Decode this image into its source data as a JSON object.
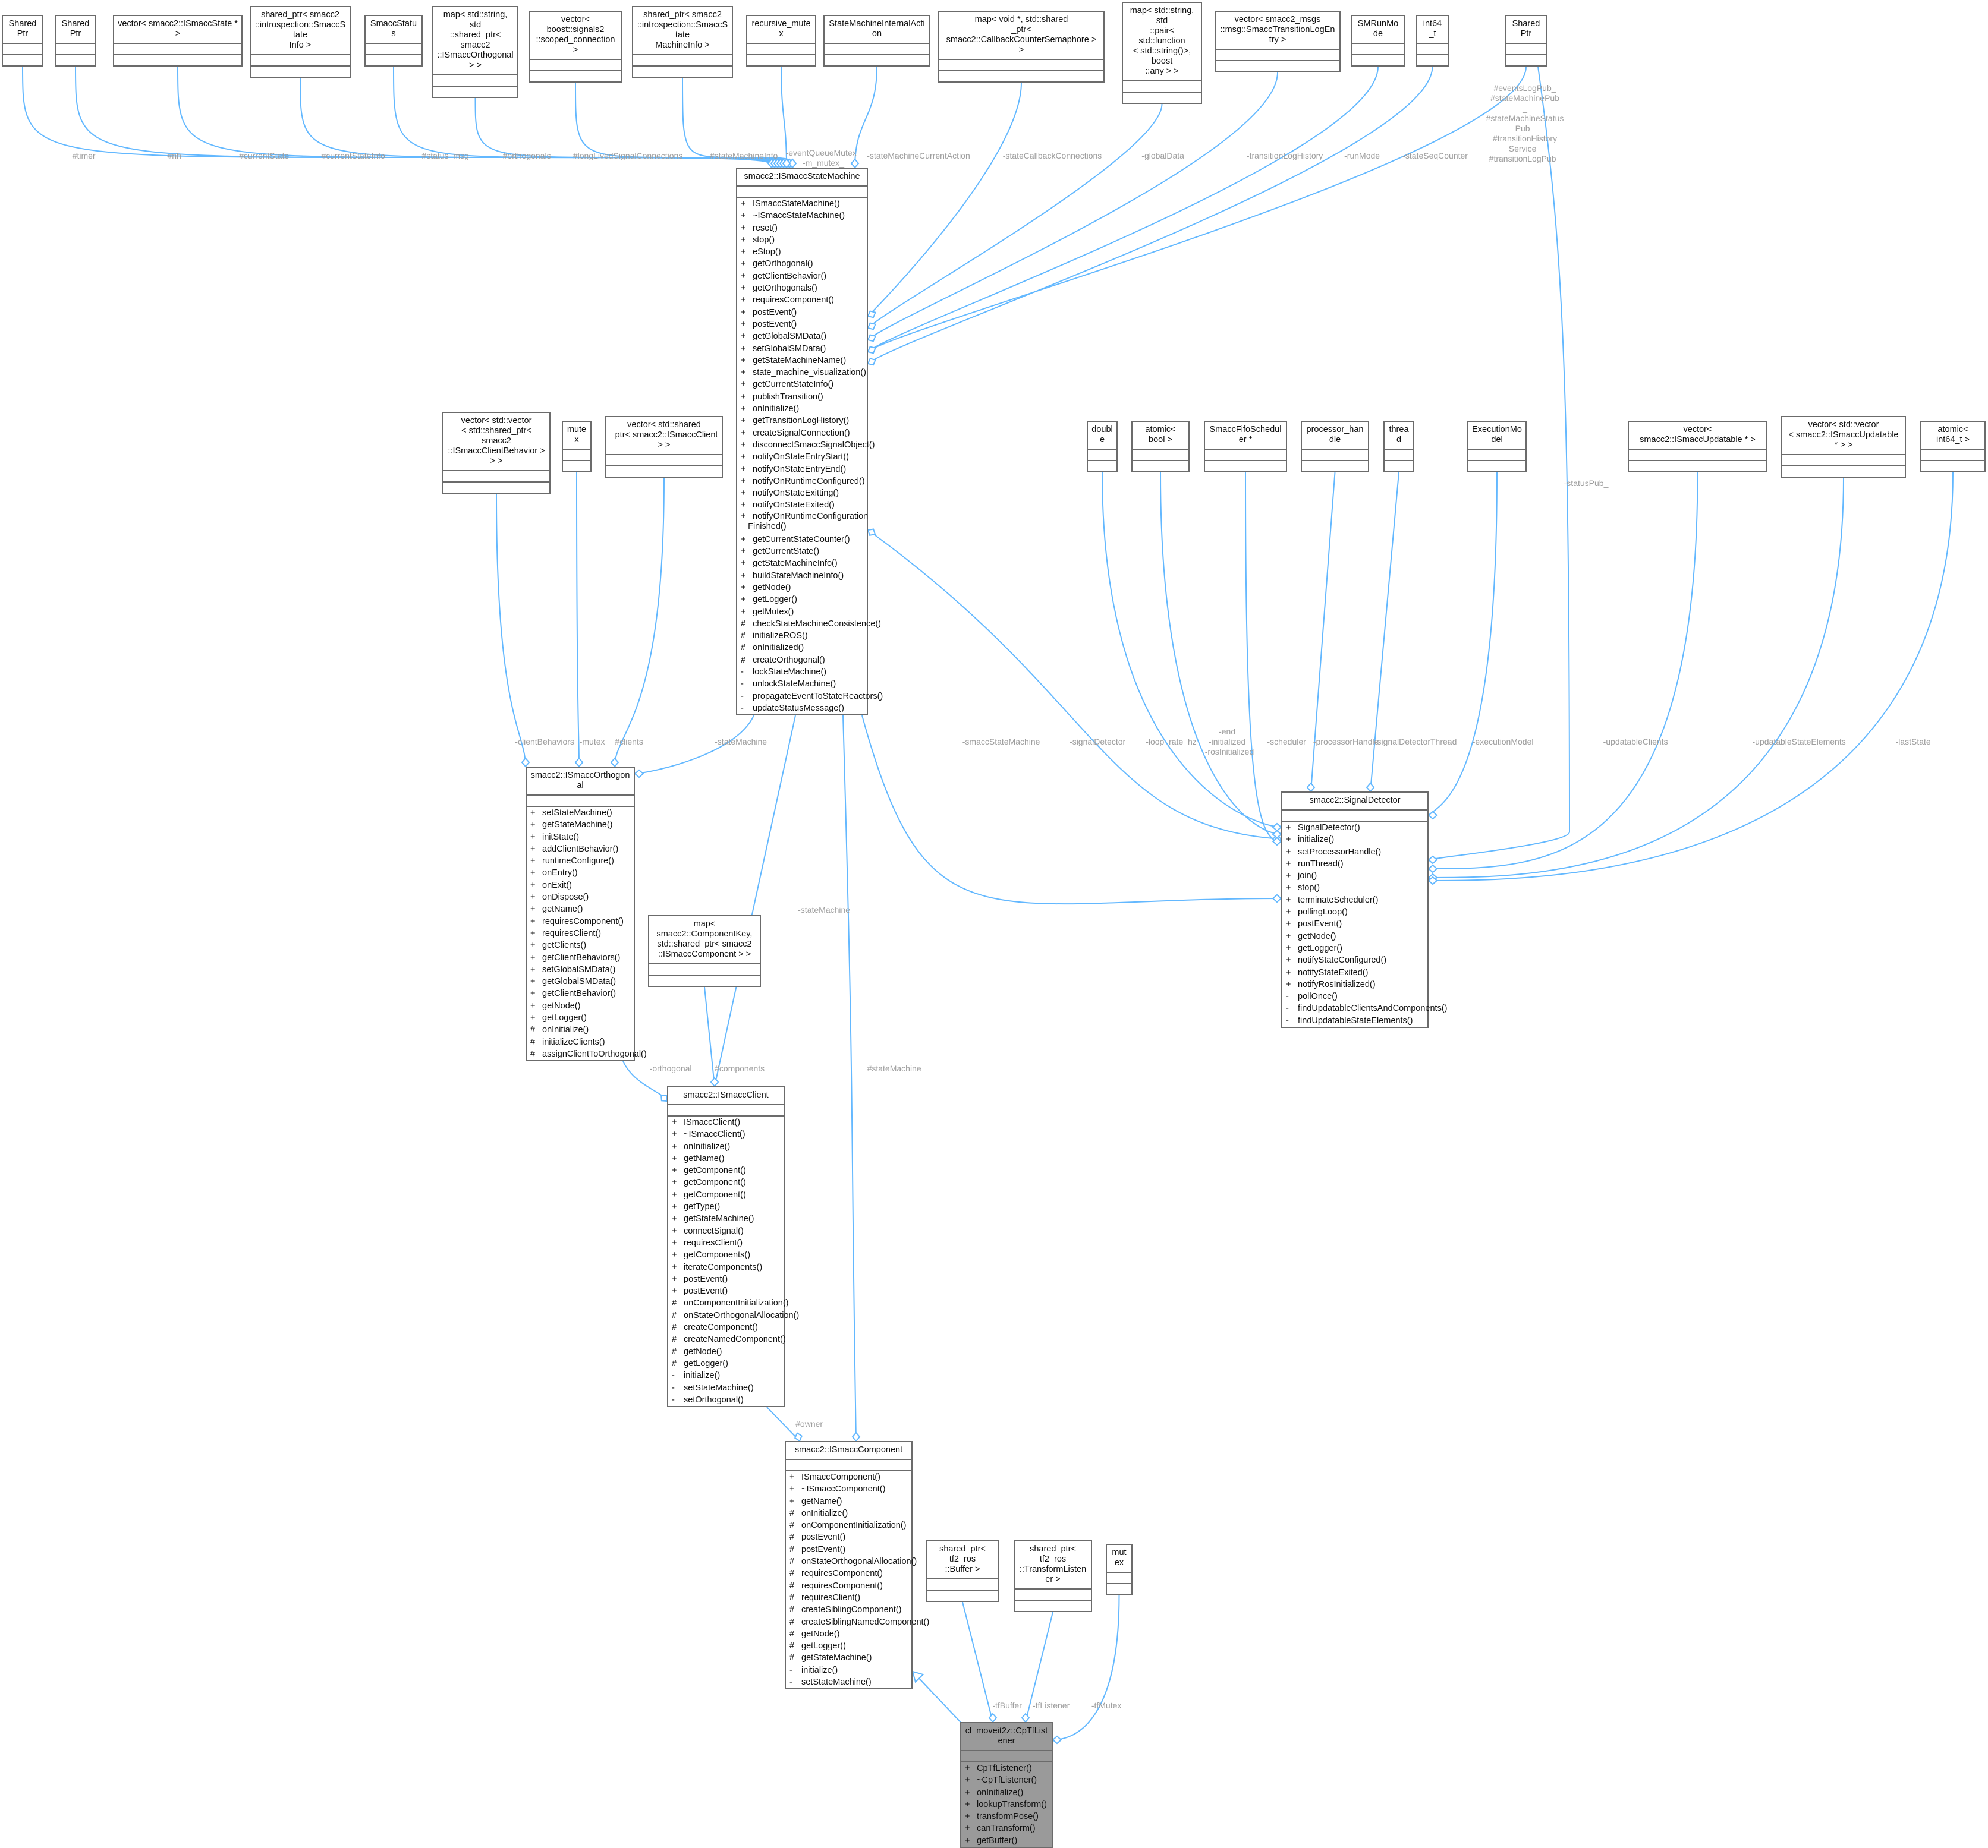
{
  "classes": {
    "sp1": {
      "title": "SharedPtr",
      "members": []
    },
    "sp2": {
      "title": "SharedPtr",
      "members": []
    },
    "vecstate": {
      "title": "vector< smacc2::ISmaccState * >",
      "members": []
    },
    "spstateinfo": {
      "title": "shared_ptr< smacc2\n::introspection::SmaccState\nInfo >",
      "members": []
    },
    "status": {
      "title": "SmaccStatus",
      "members": []
    },
    "maporth": {
      "title": "map< std::string, std\n::shared_ptr< smacc2\n::ISmaccOrthogonal > >",
      "members": []
    },
    "vecconn": {
      "title": "vector< boost::signals2\n::scoped_connection >",
      "members": []
    },
    "spsminfo": {
      "title": "shared_ptr< smacc2\n::introspection::SmaccState\nMachineInfo >",
      "members": []
    },
    "rmutex": {
      "title": "recursive_mutex",
      "members": []
    },
    "smia": {
      "title": "StateMachineInternalAction",
      "members": []
    },
    "mapsem": {
      "title": "map< void *, std::shared\n_ptr< smacc2::CallbackCounterSemaphore > >",
      "members": []
    },
    "mapglobal": {
      "title": "map< std::string, std\n::pair< std::function\n< std::string()>, boost\n::any > >",
      "members": []
    },
    "veclog": {
      "title": "vector< smacc2_msgs\n::msg::SmaccTransitionLogEntry >",
      "members": []
    },
    "runmode": {
      "title": "SMRunMode",
      "members": []
    },
    "int64": {
      "title": "int64_t",
      "members": []
    },
    "sp3": {
      "title": "SharedPtr",
      "members": []
    },
    "ism": {
      "title": "smacc2::ISmaccStateMachine",
      "members": [
        "+ ISmaccStateMachine()",
        "+ ~ISmaccStateMachine()",
        "+ reset()",
        "+ stop()",
        "+ eStop()",
        "+ getOrthogonal()",
        "+ getClientBehavior()",
        "+ getOrthogonals()",
        "+ requiresComponent()",
        "+ postEvent()",
        "+ postEvent()",
        "+ getGlobalSMData()",
        "+ setGlobalSMData()",
        "+ getStateMachineName()",
        "+ state_machine_visualization()",
        "+ getCurrentStateInfo()",
        "+ publishTransition()",
        "+ onInitialize()",
        "+ getTransitionLogHistory()",
        "+ createSignalConnection()",
        "+ disconnectSmaccSignalObject()",
        "+ notifyOnStateEntryStart()",
        "+ notifyOnStateEntryEnd()",
        "+ notifyOnRuntimeConfigured()",
        "+ notifyOnStateExitting()",
        "+ notifyOnStateExited()",
        "+ notifyOnRuntimeConfiguration\n   Finished()",
        "+ getCurrentStateCounter()",
        "+ getCurrentState()",
        "+ getStateMachineInfo()",
        "+ buildStateMachineInfo()",
        "+ getNode()",
        "+ getLogger()",
        "+ getMutex()",
        "# checkStateMachineConsistence()",
        "# initializeROS()",
        "# onInitialized()",
        "# createOrthogonal()",
        "- lockStateMachine()",
        "- unlockStateMachine()",
        "- propagateEventToStateReactors()",
        "- updateStatusMessage()"
      ]
    },
    "vecbeh": {
      "title": "vector< std::vector\n< std::shared_ptr< smacc2\n::ISmaccClientBehavior > > >",
      "members": []
    },
    "mutex1": {
      "title": "mutex",
      "members": []
    },
    "vecclient": {
      "title": "vector< std::shared\n_ptr< smacc2::ISmaccClient > >",
      "members": []
    },
    "orth": {
      "title": "smacc2::ISmaccOrthogonal",
      "members": [
        "+ setStateMachine()",
        "+ getStateMachine()",
        "+ initState()",
        "+ addClientBehavior()",
        "+ runtimeConfigure()",
        "+ onEntry()",
        "+ onExit()",
        "+ onDispose()",
        "+ getName()",
        "+ requiresComponent()",
        "+ requiresClient()",
        "+ getClients()",
        "+ getClientBehaviors()",
        "+ setGlobalSMData()",
        "+ getGlobalSMData()",
        "+ getClientBehavior()",
        "+ getNode()",
        "+ getLogger()",
        "# onInitialize()",
        "# initializeClients()",
        "# assignClientToOrthogonal()"
      ]
    },
    "mapcomp": {
      "title": "map< smacc2::ComponentKey,\n std::shared_ptr< smacc2\n::ISmaccComponent > >",
      "members": []
    },
    "client": {
      "title": "smacc2::ISmaccClient",
      "members": [
        "+ ISmaccClient()",
        "+ ~ISmaccClient()",
        "+ onInitialize()",
        "+ getName()",
        "+ getComponent()",
        "+ getComponent()",
        "+ getComponent()",
        "+ getType()",
        "+ getStateMachine()",
        "+ connectSignal()",
        "+ requiresClient()",
        "+ getComponents()",
        "+ iterateComponents()",
        "+ postEvent()",
        "+ postEvent()",
        "# onComponentInitialization()",
        "# onStateOrthogonalAllocation()",
        "# createComponent()",
        "# createNamedComponent()",
        "# getNode()",
        "# getLogger()",
        "- initialize()",
        "- setStateMachine()",
        "- setOrthogonal()"
      ]
    },
    "comp": {
      "title": "smacc2::ISmaccComponent",
      "members": [
        "+ ISmaccComponent()",
        "+ ~ISmaccComponent()",
        "+ getName()",
        "# onInitialize()",
        "# onComponentInitialization()",
        "# postEvent()",
        "# postEvent()",
        "# onStateOrthogonalAllocation()",
        "# requiresComponent()",
        "# requiresComponent()",
        "# requiresClient()",
        "# createSiblingComponent()",
        "# createSiblingNamedComponent()",
        "# getNode()",
        "# getLogger()",
        "# getStateMachine()",
        "- initialize()",
        "- setStateMachine()"
      ]
    },
    "spbuf": {
      "title": "shared_ptr< tf2_ros\n::Buffer >",
      "members": []
    },
    "sptl": {
      "title": "shared_ptr< tf2_ros\n::TransformListener >",
      "members": []
    },
    "mutex2": {
      "title": "mutex",
      "members": []
    },
    "cptf": {
      "title": "cl_moveit2z::CpTfListener",
      "members": [
        "+ CpTfListener()",
        "+ ~CpTfListener()",
        "+ onInitialize()",
        "+ lookupTransform()",
        "+ transformPose()",
        "+ canTransform()",
        "+ getBuffer()"
      ]
    },
    "double": {
      "title": "double",
      "members": []
    },
    "abool": {
      "title": "atomic< bool >",
      "members": []
    },
    "fifo": {
      "title": "SmaccFifoScheduler *",
      "members": []
    },
    "proch": {
      "title": "processor_handle",
      "members": []
    },
    "thread": {
      "title": "thread",
      "members": []
    },
    "execm": {
      "title": "ExecutionModel",
      "members": []
    },
    "vecupd": {
      "title": "vector< smacc2::ISmaccUpdatable * >",
      "members": []
    },
    "vecvecupd": {
      "title": "vector< std::vector\n< smacc2::ISmaccUpdatable * > >",
      "members": []
    },
    "aint64": {
      "title": "atomic< int64_t >",
      "members": []
    },
    "sd": {
      "title": "smacc2::SignalDetector",
      "members": [
        "+ SignalDetector()",
        "+ initialize()",
        "+ setProcessorHandle()",
        "+ runThread()",
        "+ join()",
        "+ stop()",
        "+ terminateScheduler()",
        "+ pollingLoop()",
        "+ postEvent()",
        "+ getNode()",
        "+ getLogger()",
        "+ notifyStateConfigured()",
        "+ notifyStateExited()",
        "+ notifyRosInitialized()",
        "- pollOnce()",
        "- findUpdatableClientsAndComponents()",
        "- findUpdatableStateElements()"
      ]
    }
  },
  "edge_labels": {
    "timer": "#timer_",
    "nh": "#nh_",
    "currentState": "#currentState_",
    "currentStateInfo": "#currentStateInfo_",
    "statusMsg": "#status_msg_",
    "orthogonals": "#orthogonals_",
    "longLived": "#longLivedSignalConnections_",
    "smInfo": "#stateMachineInfo_",
    "eventQueueMutex": "-eventQueueMutex_\n-m_mutex_",
    "smCurrentAction": "-stateMachineCurrentAction",
    "stateCallbackConnections": "-stateCallbackConnections",
    "globalData": "-globalData_",
    "transitionLogHistory": "-transitionLogHistory_",
    "runMode": "-runMode_",
    "stateSeqCounter": "-stateSeqCounter_",
    "pubs": "#eventsLogPub_\n#stateMachinePub\n_\n#stateMachineStatus\nPub_\n#transitionHistory\nService_\n#transitionLogPub_",
    "clientBehaviors": "-clientBehaviors_",
    "mutexOrth": "-mutex_",
    "clients": "#clients_",
    "stateMachineOrth": "-stateMachine_",
    "stateMachineClient": "-stateMachine_",
    "stateMachineComp": "#stateMachine_",
    "components": "#components_",
    "orthogonal": "-orthogonal_",
    "owner": "#owner_",
    "tfBuffer": "-tfBuffer_",
    "tfListener": "-tfListener_",
    "tfMutex": "-tfMutex_",
    "smaccStateMachine": "-smaccStateMachine_",
    "signalDetector": "-signalDetector_",
    "loopRate": "-loop_rate_hz",
    "endInit": "-end_\n-initialized_\n-rosInitialized",
    "scheduler": "-scheduler_",
    "processorHandle": "-processorHandle_",
    "signalDetectorThread": "-signalDetectorThread_",
    "executionModel": "-executionModel_",
    "statusPub": "-statusPub_",
    "updatableClients": "-updatableClients_",
    "updatableStateElements": "-updatableStateElements_",
    "lastState": "-lastState_"
  },
  "colors": {
    "edge": "#63b8ff",
    "box_border": "#6b6b6b",
    "highlight_fill": "#9a9a9a",
    "label": "#9e9e9e"
  }
}
